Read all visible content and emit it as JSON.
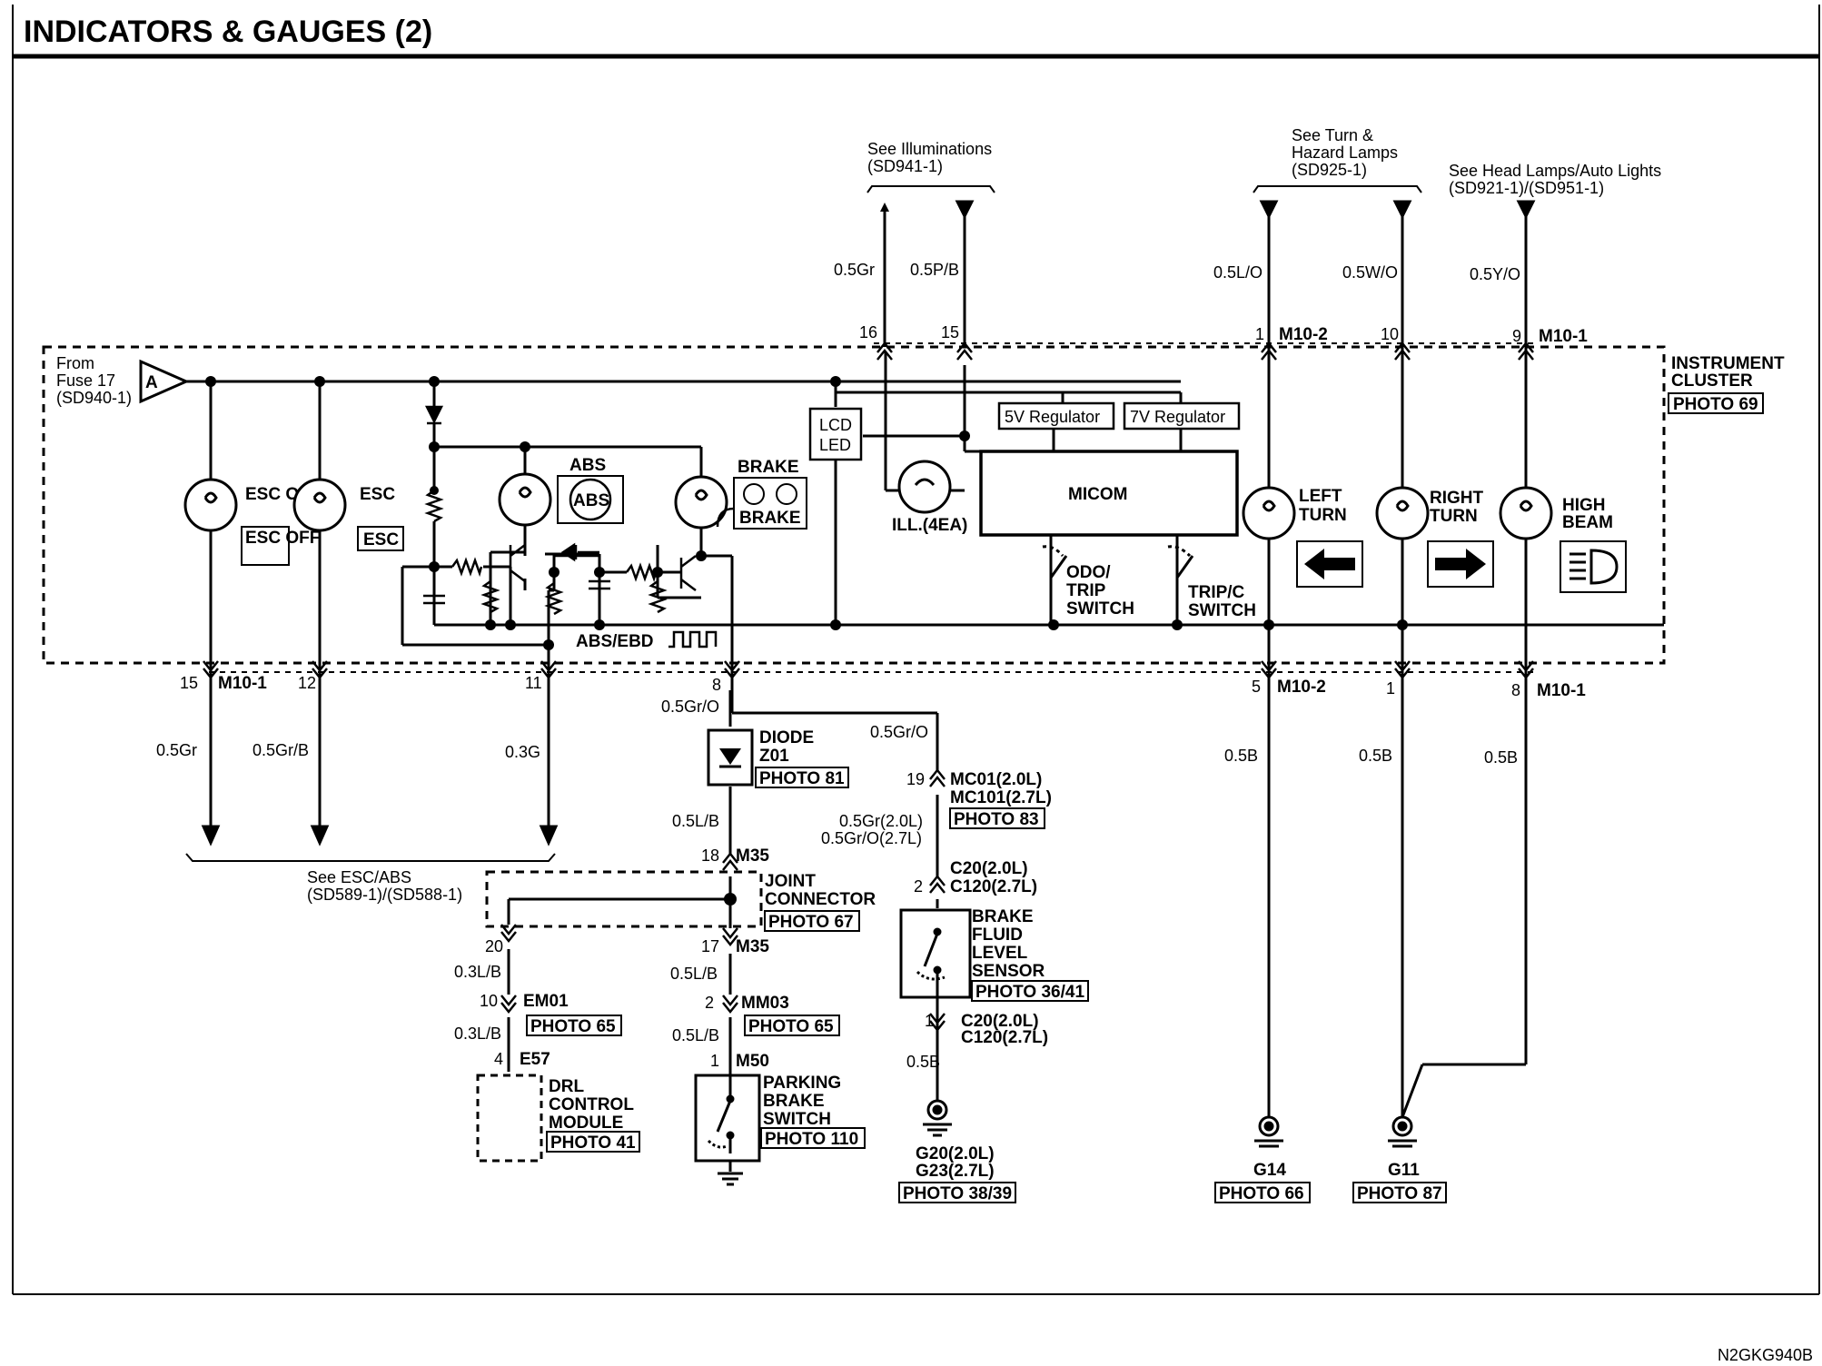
{
  "header": {
    "title": "INDICATORS & GAUGES (2)"
  },
  "footer": {
    "code": "N2GKG940B"
  },
  "refs": {
    "illum": [
      "See Illuminations",
      "(SD941-1)"
    ],
    "turn": [
      "See Turn &",
      "Hazard Lamps",
      "(SD925-1)"
    ],
    "head": [
      "See Head Lamps/Auto Lights",
      "(SD921-1)/(SD951-1)"
    ],
    "fuse": [
      "From",
      "Fuse 17",
      "(SD940-1)"
    ],
    "escabs": [
      "See ESC/ABS",
      "(SD589-1)/(SD588-1)"
    ]
  },
  "cluster": {
    "name": [
      "INSTRUMENT",
      "CLUSTER"
    ],
    "photo": "PHOTO 69"
  },
  "connector_a": "A",
  "wires": {
    "gr_top": "0.5Gr",
    "pb_top": "0.5P/B",
    "lo_top": "0.5L/O",
    "wo_top": "0.5W/O",
    "yo_top": "0.5Y/O",
    "gr_bot": "0.5Gr",
    "grb_bot": "0.5Gr/B",
    "g_bot": "0.3G",
    "gro8": "0.5Gr/O",
    "gro_right": "0.5Gr/O",
    "lb_diode": "0.5L/B",
    "lb_m35": "0.5L/B",
    "lb_mm03": "0.5L/B",
    "lb20": "0.3L/B",
    "lb10": "0.3L/B",
    "gr_c20": "0.5Gr(2.0L)",
    "gro_c20": "0.5Gr/O(2.7L)",
    "b_brake": "0.5B",
    "b_g14": "0.5B",
    "b_g11a": "0.5B",
    "b_g11b": "0.5B"
  },
  "pins": {
    "p16": "16",
    "p15t": "15",
    "p1t": "1",
    "m102t": "M10-2",
    "p10t": "10",
    "p9t": "9",
    "m101t": "M10-1",
    "p15b": "15",
    "m101b": "M10-1",
    "p12": "12",
    "p11": "11",
    "p8": "8",
    "p5": "5",
    "m102b": "M10-2",
    "p1b": "1",
    "p8r": "8",
    "m101r": "M10-1",
    "p19": "19",
    "mc01": "MC01(2.0L)",
    "mc101": "MC101(2.7L)",
    "p18": "18",
    "m35a": "M35",
    "p17": "17",
    "m35b": "M35",
    "p20": "20",
    "p2c": "2",
    "c20a": "C20(2.0L)",
    "c120a": "C120(2.7L)",
    "p1c": "1",
    "c20b": "C20(2.0L)",
    "c120b": "C120(2.7L)",
    "p10e": "10",
    "em01": "EM01",
    "p4": "4",
    "e57": "E57",
    "p2m": "2",
    "mm03": "MM03",
    "p1m": "1",
    "m50": "M50"
  },
  "lamps": {
    "esc_off": "ESC OFF",
    "esc_off_sym": "ESC OFF",
    "esc": "ESC",
    "esc_sym": "ESC",
    "abs": "ABS",
    "abs_sym": "ABS",
    "brake1": "BRAKE",
    "brake2": "BRAKE",
    "left": [
      "LEFT",
      "TURN"
    ],
    "right": [
      "RIGHT",
      "TURN"
    ],
    "high": [
      "HIGH",
      "BEAM"
    ],
    "ill": "ILL.(4EA)"
  },
  "modules": {
    "lcd": [
      "LCD",
      "LED"
    ],
    "reg5": "5V Regulator",
    "reg7": "7V Regulator",
    "micom": "MICOM",
    "odo": [
      "ODO/",
      "TRIP",
      "SWITCH"
    ],
    "tripc": [
      "TRIP/C",
      "SWITCH"
    ],
    "absebd": "ABS/EBD"
  },
  "components": {
    "diode": [
      "DIODE",
      "Z01"
    ],
    "diode_photo": "PHOTO 81",
    "jc": [
      "JOINT",
      "CONNECTOR"
    ],
    "jc_photo": "PHOTO 67",
    "em01_photo": "PHOTO 65",
    "drl": [
      "DRL",
      "CONTROL",
      "MODULE"
    ],
    "drl_photo": "PHOTO 41",
    "mm03_photo": "PHOTO 65",
    "park": [
      "PARKING",
      "BRAKE",
      "SWITCH"
    ],
    "park_photo": "PHOTO 110",
    "mc01_photo": "PHOTO 83",
    "bfl": [
      "BRAKE",
      "FLUID",
      "LEVEL",
      "SENSOR"
    ],
    "bfl_photo": "PHOTO 36/41",
    "g20": "G20(2.0L)",
    "g23": "G23(2.7L)",
    "g20_photo": "PHOTO 38/39",
    "g14": "G14",
    "g14_photo": "PHOTO 66",
    "g11": "G11",
    "g11_photo": "PHOTO 87"
  }
}
